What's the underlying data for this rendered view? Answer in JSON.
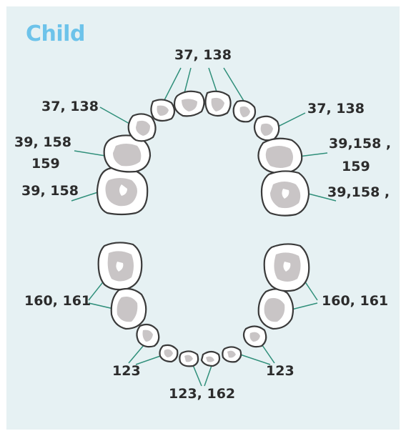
{
  "title": "Child",
  "colors": {
    "background": "#e6f1f3",
    "title": "#6dc3ea",
    "leader_lines": "#2f8f7a",
    "tooth_outline": "#3a3a3a",
    "tooth_shading": "#c9c5c6"
  },
  "labels": {
    "upper_incisors": "37, 138",
    "upper_left_canine": "37, 138",
    "upper_right_canine": "37, 138",
    "upper_left_first_molar_line1": "39, 158",
    "upper_left_first_molar_line2": "159",
    "upper_right_first_molar_line1": "39,158 ,",
    "upper_right_first_molar_line2": "159",
    "upper_left_second_molar": "39, 158",
    "upper_right_second_molar": "39,158 ,",
    "lower_left_molars": "160, 161",
    "lower_right_molars": "160, 161",
    "lower_left_front": "123",
    "lower_right_front": "123",
    "lower_incisors": "123, 162"
  }
}
